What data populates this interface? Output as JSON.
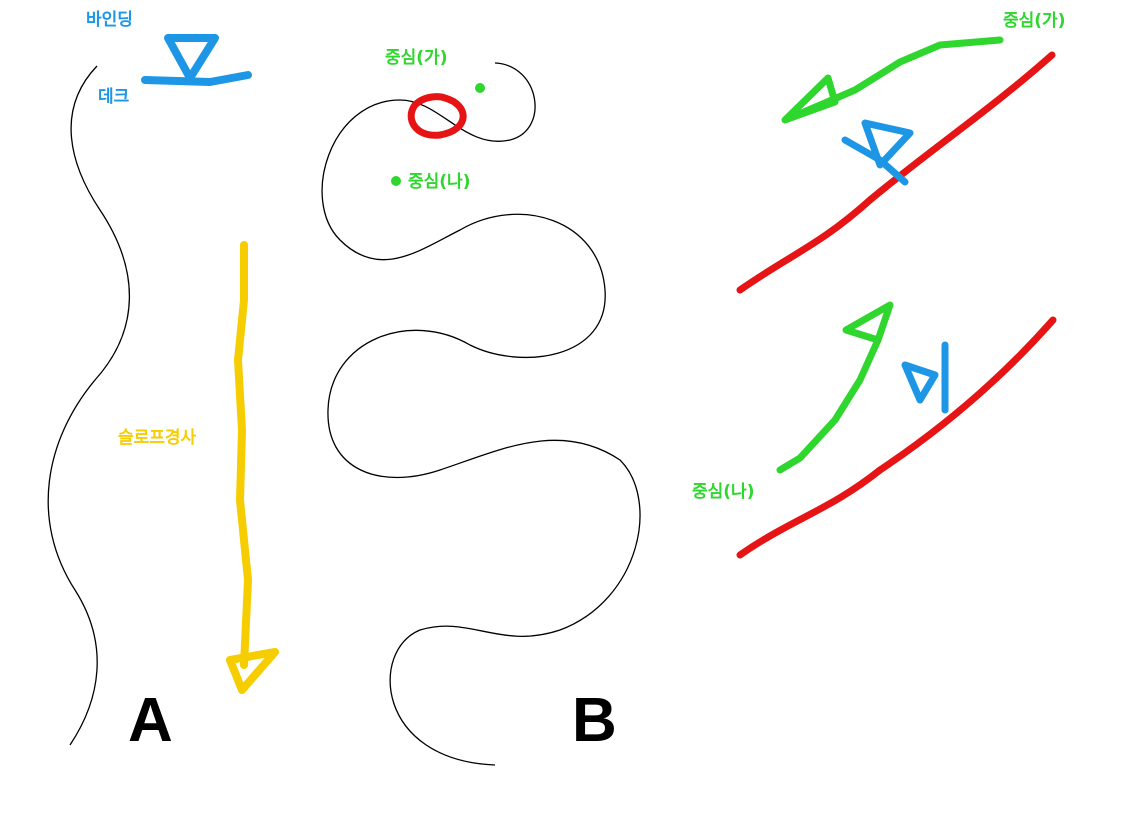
{
  "panel_a": {
    "letter": "A",
    "binding_label": "바인딩",
    "deck_label": "데크",
    "slope_label": "슬로프경사"
  },
  "panel_b": {
    "letter": "B",
    "center_ga_label": "중심(가)",
    "center_na_label": "중심(나)"
  },
  "panel_c": {
    "center_ga_label": "중심(가)",
    "center_na_label": "중심(나)"
  },
  "colors": {
    "binding": "#1e96e6",
    "slope_arrow": "#f5cd00",
    "center": "#2ed62e",
    "edge": "#e61414",
    "path": "#000000"
  }
}
